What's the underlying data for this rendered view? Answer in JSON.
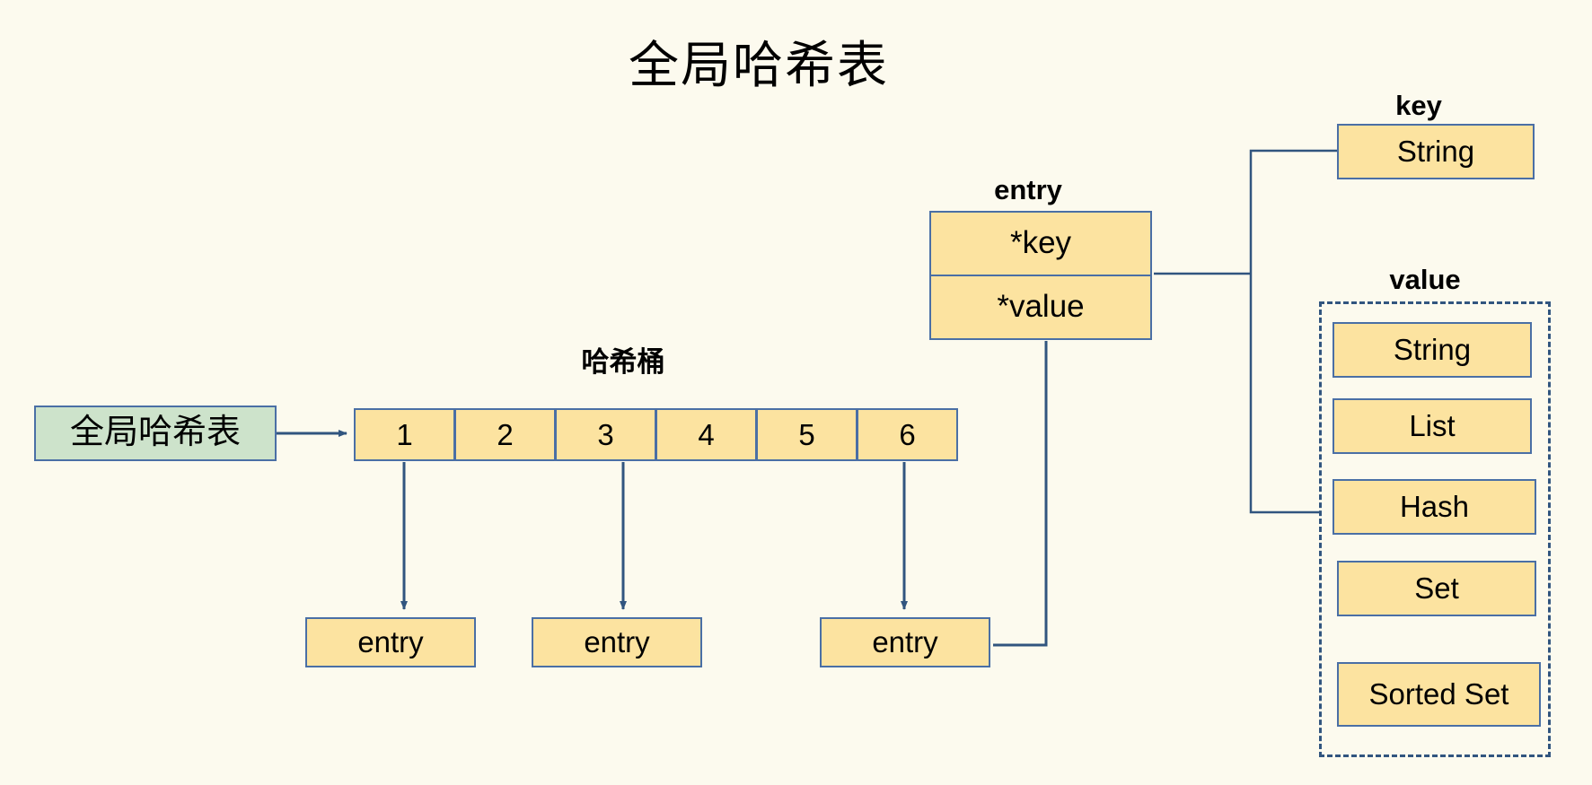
{
  "diagram": {
    "title": "全局哈希表",
    "background_color": "#FCFAEE",
    "box_fill_color": "#FCE3A0",
    "box_border_color": "#4A6FA5",
    "green_fill_color": "#CDE3CB",
    "dashed_border_color": "#31557F",
    "connector_color": "#31557F"
  },
  "root": {
    "label": "全局哈希表"
  },
  "hash_bucket": {
    "label": "哈希桶",
    "cells": [
      {
        "index": "1"
      },
      {
        "index": "2"
      },
      {
        "index": "3"
      },
      {
        "index": "4"
      },
      {
        "index": "5"
      },
      {
        "index": "6"
      }
    ]
  },
  "entries": [
    {
      "label": "entry"
    },
    {
      "label": "entry"
    },
    {
      "label": "entry"
    }
  ],
  "entry_detail": {
    "label": "entry",
    "fields": [
      {
        "name": "*key"
      },
      {
        "name": "*value"
      }
    ]
  },
  "key_group": {
    "label": "key",
    "types": [
      {
        "name": "String"
      }
    ]
  },
  "value_group": {
    "label": "value",
    "types": [
      {
        "name": "String"
      },
      {
        "name": "List"
      },
      {
        "name": "Hash"
      },
      {
        "name": "Set"
      },
      {
        "name": "Sorted Set"
      }
    ]
  }
}
